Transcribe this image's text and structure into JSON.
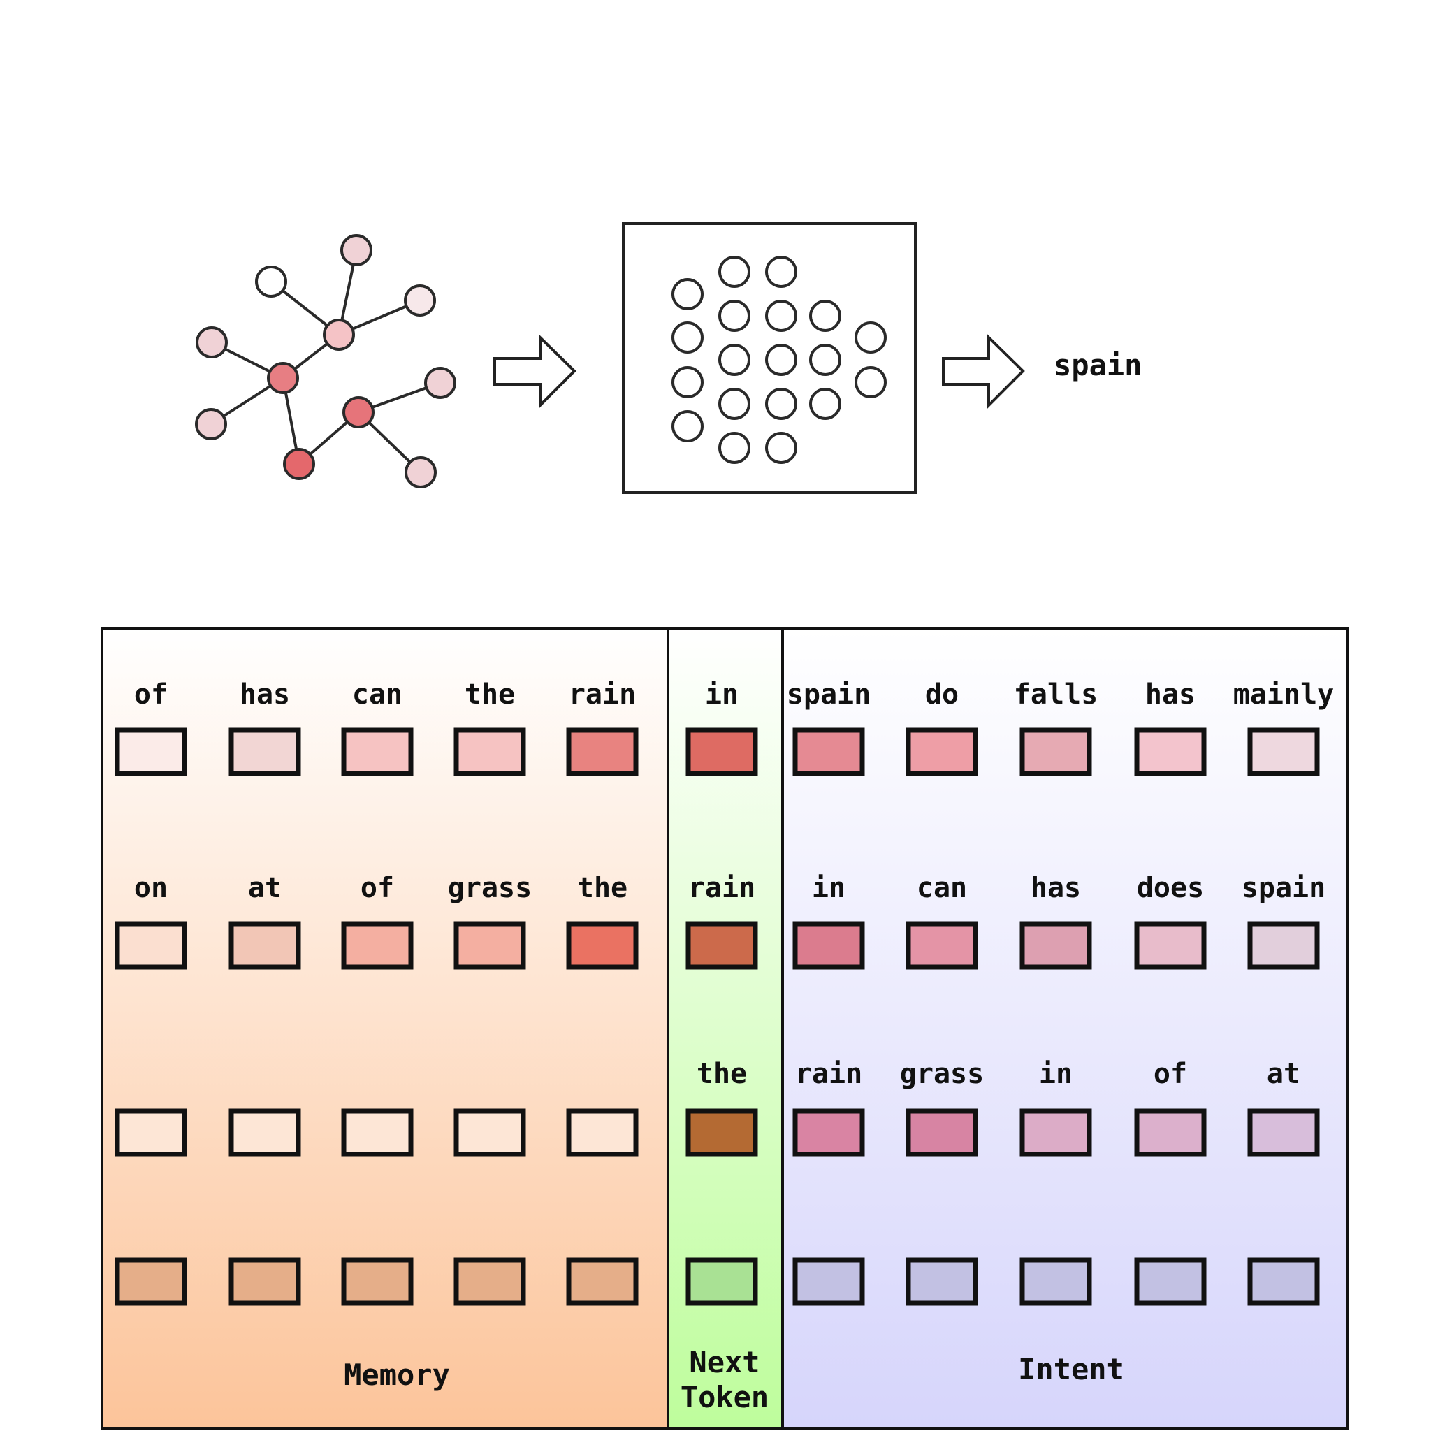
{
  "output_label": "spain",
  "graph": {
    "nodes": [
      {
        "id": "n1",
        "shade": "#f0d2d6"
      },
      {
        "id": "n2",
        "shade": "#ffffff"
      },
      {
        "id": "n3",
        "shade": "#f7e8ea"
      },
      {
        "id": "n4",
        "shade": "#f0d2d6"
      },
      {
        "id": "n5",
        "shade": "#f5c3c6"
      },
      {
        "id": "n6",
        "shade": "#e77e83"
      },
      {
        "id": "n7",
        "shade": "#f0d2d6"
      },
      {
        "id": "n8",
        "shade": "#f0d2d6"
      },
      {
        "id": "n9",
        "shade": "#e6747a"
      },
      {
        "id": "n10",
        "shade": "#e4686c"
      },
      {
        "id": "n11",
        "shade": "#f0d2d6"
      }
    ],
    "edges": [
      [
        "n1",
        "n5"
      ],
      [
        "n2",
        "n5"
      ],
      [
        "n3",
        "n5"
      ],
      [
        "n5",
        "n6"
      ],
      [
        "n4",
        "n6"
      ],
      [
        "n7",
        "n6"
      ],
      [
        "n6",
        "n10"
      ],
      [
        "n10",
        "n9"
      ],
      [
        "n9",
        "n8"
      ],
      [
        "n9",
        "n11"
      ]
    ]
  },
  "panels": {
    "memory": {
      "label": "Memory",
      "rows": [
        {
          "words": [
            "of",
            "has",
            "can",
            "the",
            "rain"
          ],
          "colors": [
            "#fbebe8",
            "#f2d6d4",
            "#f6c3c2",
            "#f6c3c2",
            "#e88380"
          ]
        },
        {
          "words": [
            "on",
            "at",
            "of",
            "grass",
            "the"
          ],
          "colors": [
            "#fbdfd0",
            "#f2c6b6",
            "#f4afa1",
            "#f4afa1",
            "#ea7262"
          ]
        },
        {
          "words": [
            "",
            "",
            "",
            "",
            ""
          ],
          "colors": [
            "#fde6d6",
            "#fde6d6",
            "#fde6d6",
            "#fde6d6",
            "#fde6d6"
          ]
        },
        {
          "words": [
            "",
            "",
            "",
            "",
            ""
          ],
          "colors": [
            "#e5ae89",
            "#e5ae89",
            "#e5ae89",
            "#e5ae89",
            "#e5ae89"
          ]
        }
      ]
    },
    "next_token": {
      "label_line1": "Next",
      "label_line2": "Token",
      "rows": [
        {
          "word": "in",
          "color": "#de6b63"
        },
        {
          "word": "rain",
          "color": "#cc6a4b"
        },
        {
          "word": "the",
          "color": "#b46a33"
        },
        {
          "word": "",
          "color": "#a9e194"
        }
      ]
    },
    "intent": {
      "label": "Intent",
      "rows": [
        {
          "words": [
            "spain",
            "do",
            "falls",
            "has",
            "mainly"
          ],
          "colors": [
            "#e58a93",
            "#ee9ea6",
            "#e6aab3",
            "#f3c4cd",
            "#eed8df"
          ]
        },
        {
          "words": [
            "in",
            "can",
            "has",
            "does",
            "spain"
          ],
          "colors": [
            "#db7c8e",
            "#e494a6",
            "#dda0b1",
            "#e8bccb",
            "#e2cfdc"
          ]
        },
        {
          "words": [
            "rain",
            "grass",
            "in",
            "of",
            "at"
          ],
          "colors": [
            "#d984a3",
            "#d784a3",
            "#dcacc7",
            "#dcb0cc",
            "#d8bedb"
          ]
        },
        {
          "words": [
            "",
            "",
            "",
            "",
            ""
          ],
          "colors": [
            "#c2c1e3",
            "#c2c1e3",
            "#c2c1e3",
            "#c2c1e3",
            "#c2c1e3"
          ]
        }
      ]
    }
  }
}
